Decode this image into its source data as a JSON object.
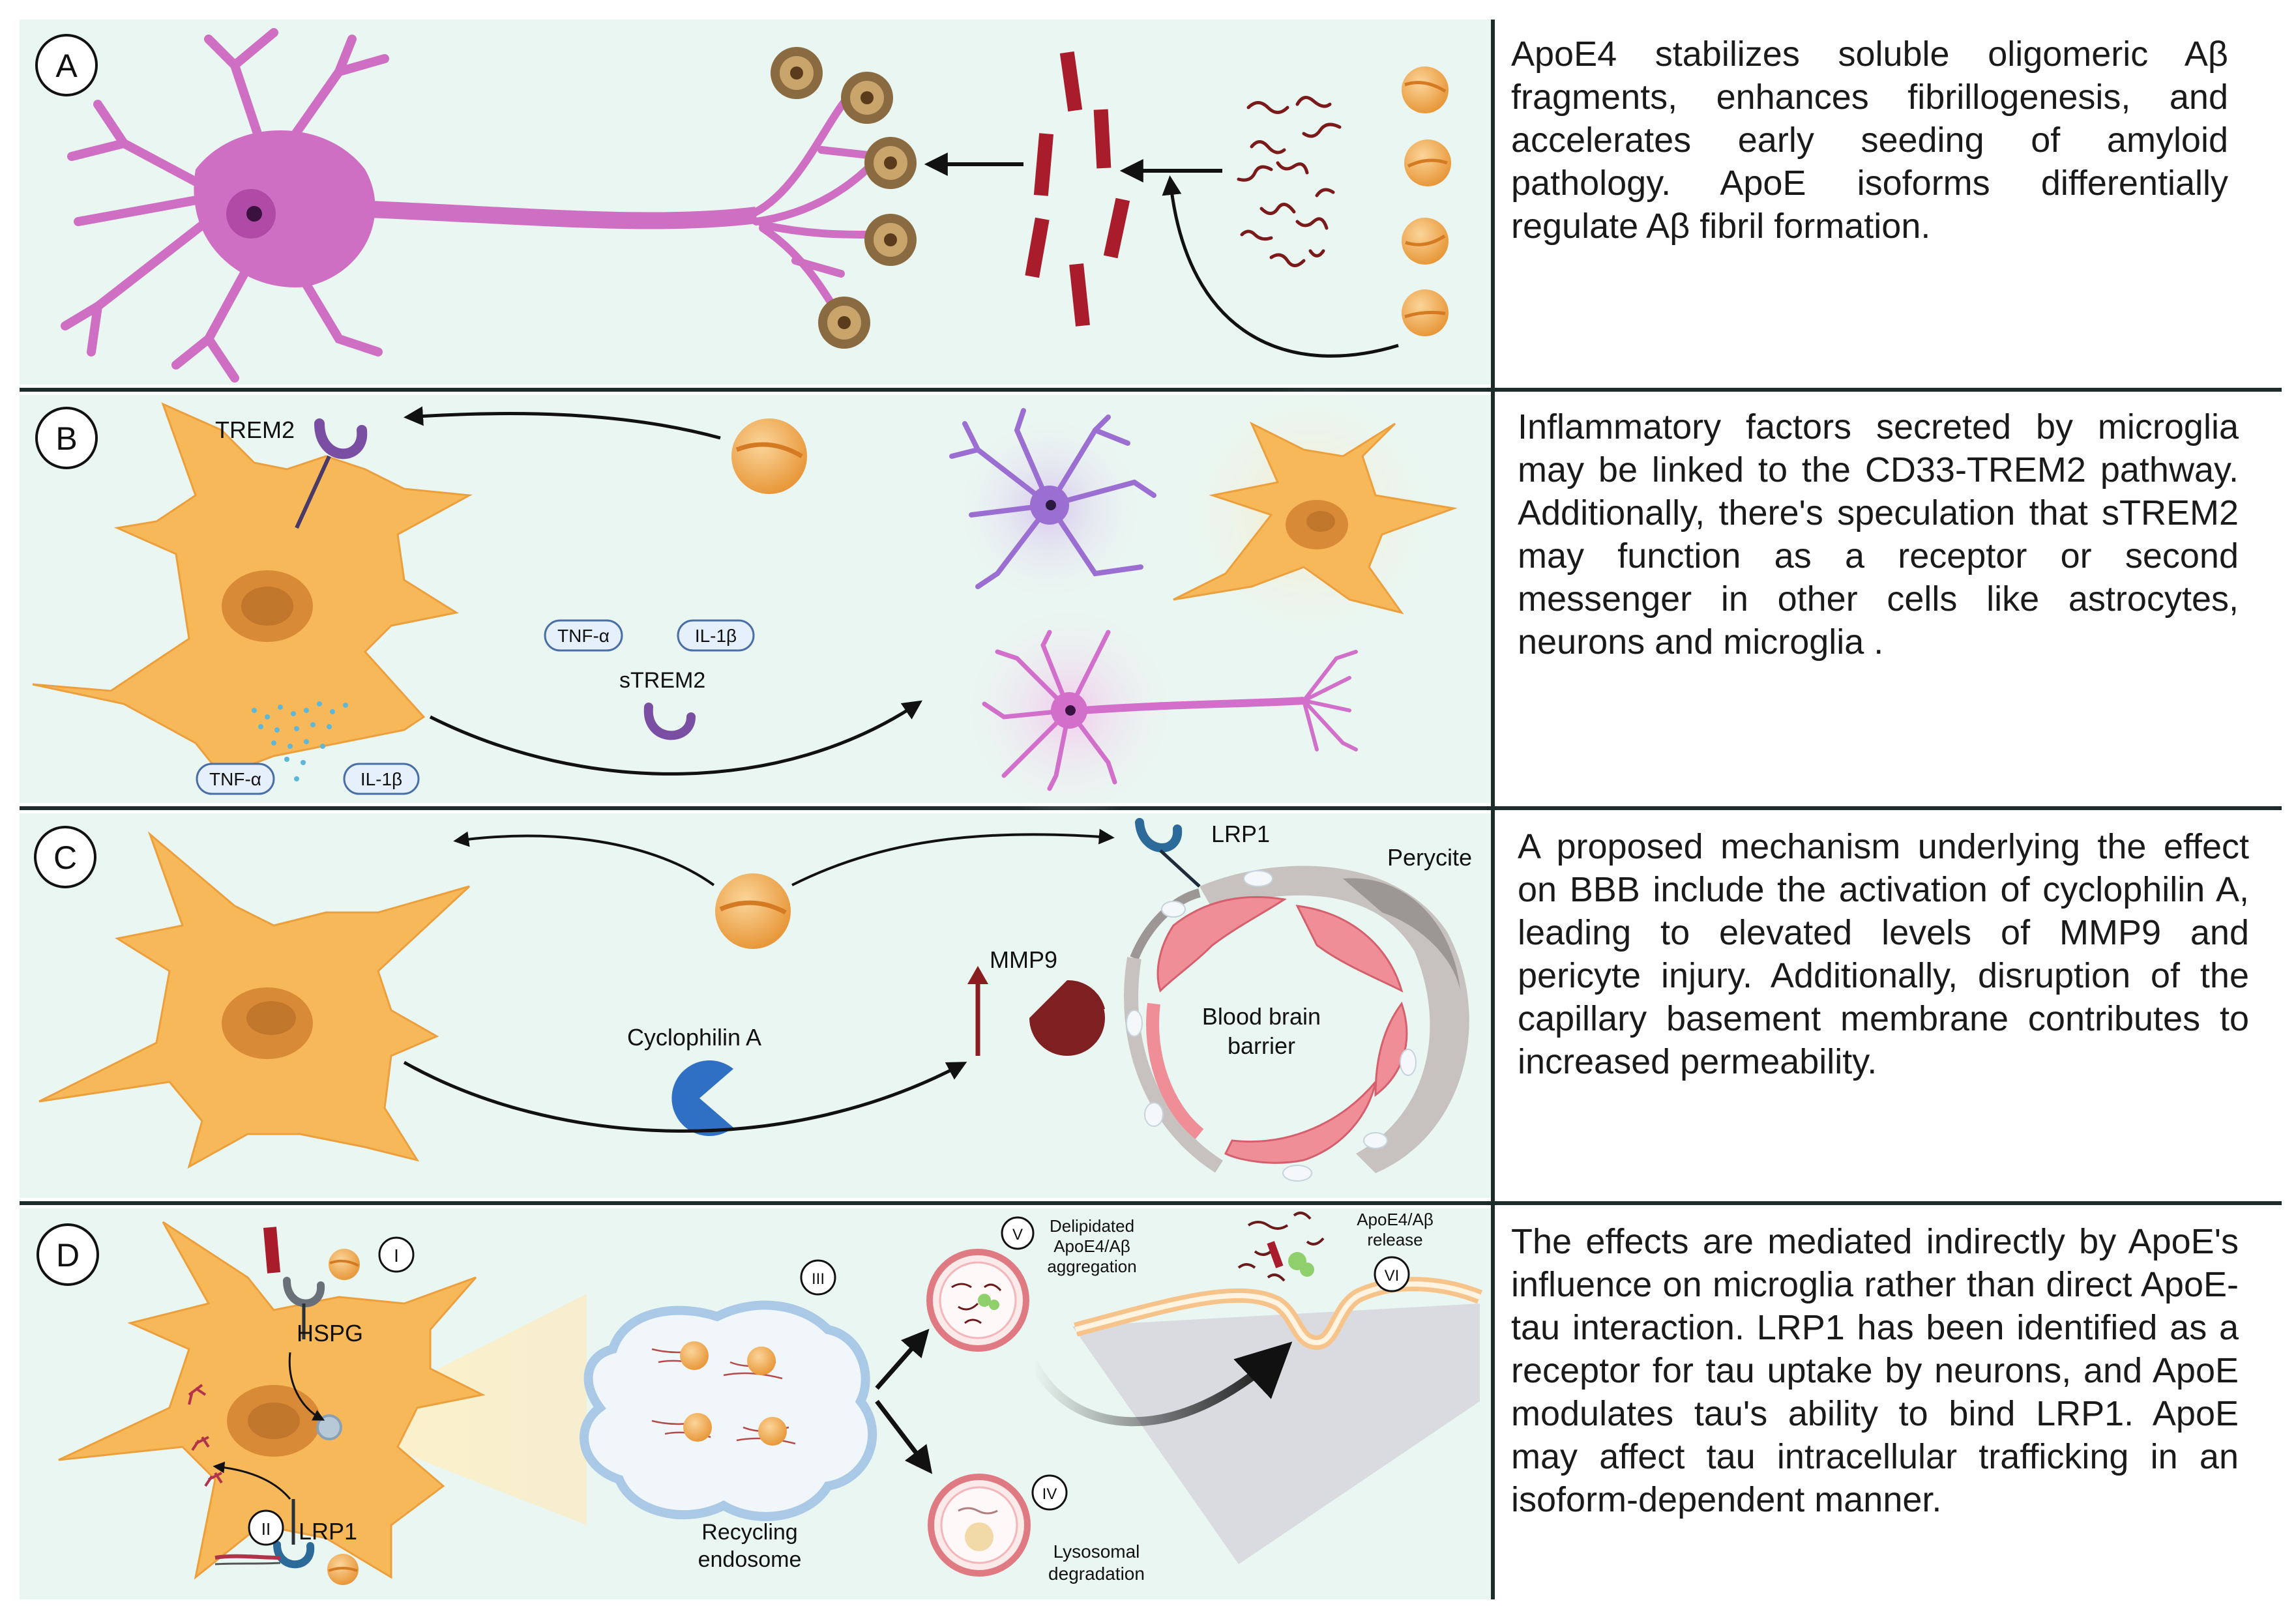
{
  "colors": {
    "panel_bg": "#eaf6f1",
    "cell_orange": "#f7b85a",
    "neuron_pink": "#cf6fc3",
    "amyloid_red": "#a81c2c",
    "receptor_purple": "#7a4ea3",
    "receptor_blue": "#2c6a9a",
    "mmp9_red": "#7e1f22",
    "cyclophilin_blue": "#2f6fc4",
    "bbb_pink": "#f08e98"
  },
  "panels": [
    {
      "id": "A",
      "label": "A",
      "text": "ApoE4 stabilizes soluble oligomeric Aβ fragments, enhances fibrillogenesis, and accelerates early seeding of amyloid pathology. ApoE isoforms differentially regulate Aβ fibril formation."
    },
    {
      "id": "B",
      "label": "B",
      "text": "Inflammatory factors secreted by microglia may be linked to the CD33-TREM2 pathway. Additionally, there's speculation that sTREM2 may function as a receptor or second messenger in other cells like astrocytes, neurons and microglia .",
      "labels": {
        "trem2": "TREM2",
        "strem2": "sTREM2",
        "tnf_top": "TNF-α",
        "il1b_top": "IL-1β",
        "tnf_bottom": "TNF-α",
        "il1b_bottom": "IL-1β"
      }
    },
    {
      "id": "C",
      "label": "C",
      "text": "A proposed mechanism underlying the effect on BBB include the activation of cyclophilin A, leading to elevated levels of MMP9 and pericyte injury. Additionally, disruption of the capillary basement membrane contributes to increased permeability.",
      "labels": {
        "lrp1": "LRP1",
        "pericyte": "Perycite",
        "mmp9": "MMP9",
        "cyclophilin": "Cyclophilin A",
        "bbb_line1": "Blood brain",
        "bbb_line2": "barrier"
      }
    },
    {
      "id": "D",
      "label": "D",
      "text": "The effects are mediated indirectly by ApoE's influence on microglia rather than direct ApoE-tau interaction. LRP1 has been identified as a receptor for tau uptake by neurons, and ApoE modulates tau's ability to bind LRP1. ApoE may affect tau intracellular trafficking in an isoform-dependent manner.",
      "labels": {
        "hspg": "HSPG",
        "lrp1": "LRP1",
        "step1": "I",
        "step2": "II",
        "step3": "III",
        "step4": "IV",
        "step5": "V",
        "step6": "VI",
        "recycling_1": "Recycling",
        "recycling_2": "endosome",
        "delipidated_1": "Delipidated",
        "delipidated_2": "ApoE4/Aβ",
        "delipidated_3": "aggregation",
        "release_1": "ApoE4/Aβ",
        "release_2": "release",
        "lysosomal_1": "Lysosomal",
        "lysosomal_2": "degradation"
      }
    }
  ]
}
